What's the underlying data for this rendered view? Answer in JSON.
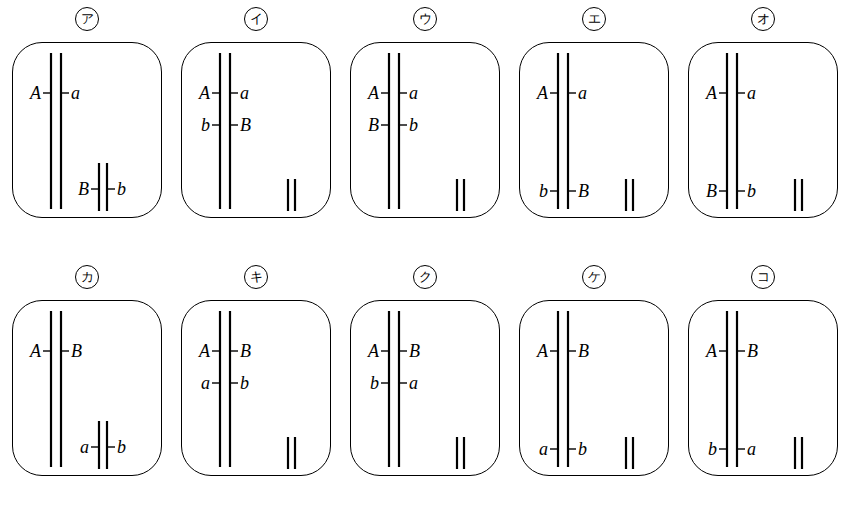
{
  "diagram": {
    "nodes": [
      {
        "text": [
          "ア",
          "A",
          "a",
          "B",
          "b"
        ]
      },
      {
        "text": [
          "イ",
          "A",
          "a",
          "b",
          "B"
        ]
      },
      {
        "text": [
          "ウ",
          "A",
          "a",
          "B",
          "b"
        ]
      },
      {
        "text": [
          "エ",
          "A",
          "a",
          "b",
          "B"
        ]
      },
      {
        "text": [
          "オ",
          "A",
          "a",
          "B",
          "b"
        ]
      },
      {
        "text": [
          "カ",
          "A",
          "B",
          "a",
          "b"
        ]
      },
      {
        "text": [
          "キ",
          "A",
          "B",
          "a",
          "b"
        ]
      },
      {
        "text": [
          "ク",
          "A",
          "B",
          "b",
          "a"
        ]
      },
      {
        "text": [
          "ケ",
          "A",
          "B",
          "a",
          "b"
        ]
      },
      {
        "text": [
          "コ",
          "A",
          "B",
          "b",
          "a"
        ]
      }
    ]
  }
}
